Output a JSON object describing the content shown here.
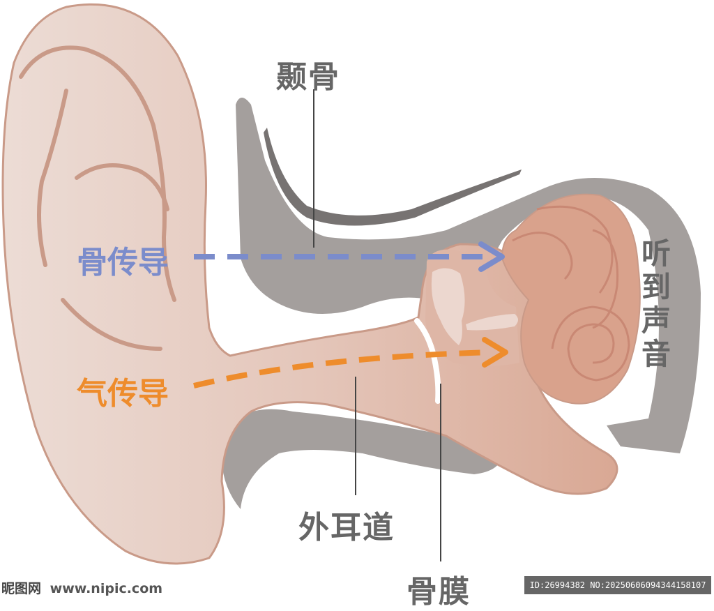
{
  "labels": {
    "temporal_bone": "颞骨",
    "bone_conduction": "骨传导",
    "air_conduction": "气传导",
    "hear_sound": "听到声音",
    "ear_canal": "外耳道",
    "eardrum": "骨膜"
  },
  "colors": {
    "skin_light": "#e9d5cd",
    "skin_mid": "#deb6a6",
    "bone": "#a49f9d",
    "bone_dark": "#8a8684",
    "outline": "#c99a88",
    "bone_arrow": "#7b8ccb",
    "air_arrow": "#ee8c2c",
    "text": "#666666"
  },
  "watermark": {
    "site_logo": "昵图网",
    "site_url": "www.nipic.com",
    "id_text": "ID:26994382 NO:20250606094344158107"
  }
}
